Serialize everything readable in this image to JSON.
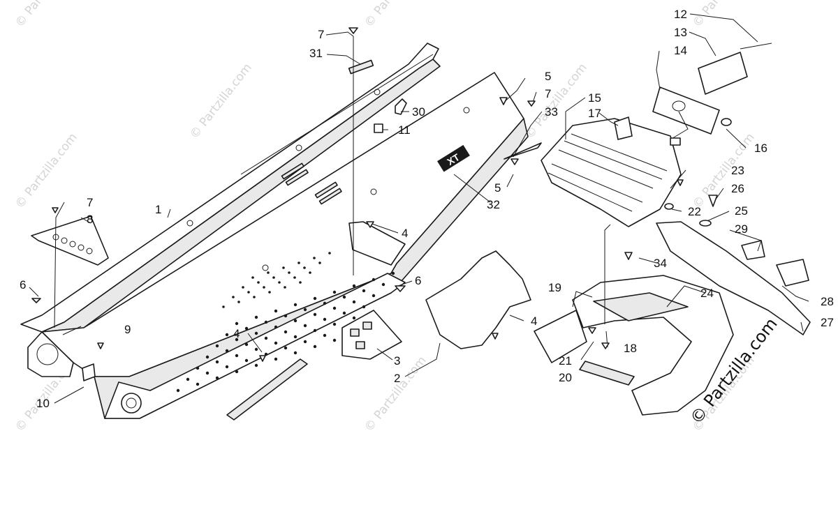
{
  "diagram": {
    "watermarks": [
      "© Partzilla.com",
      "© Partzilla.com",
      "© Partzilla.com",
      "© Partzilla.com",
      "© Partzilla.com",
      "© Partzilla.com",
      "© Partzilla.com",
      "© Partzilla.com",
      "© Partzilla.com",
      "© Partzilla.com",
      "© Partzilla.com",
      "© Partzilla.com"
    ],
    "big_watermark": "© Partzilla.com",
    "decal_text": "XT",
    "callouts": [
      "1",
      "2",
      "3",
      "4",
      "4",
      "4",
      "5",
      "5",
      "6",
      "6",
      "7",
      "7",
      "7",
      "8",
      "9",
      "10",
      "11",
      "12",
      "13",
      "14",
      "15",
      "16",
      "17",
      "18",
      "19",
      "20",
      "21",
      "22",
      "23",
      "24",
      "25",
      "26",
      "27",
      "28",
      "29",
      "30",
      "31",
      "32",
      "33",
      "34"
    ]
  }
}
